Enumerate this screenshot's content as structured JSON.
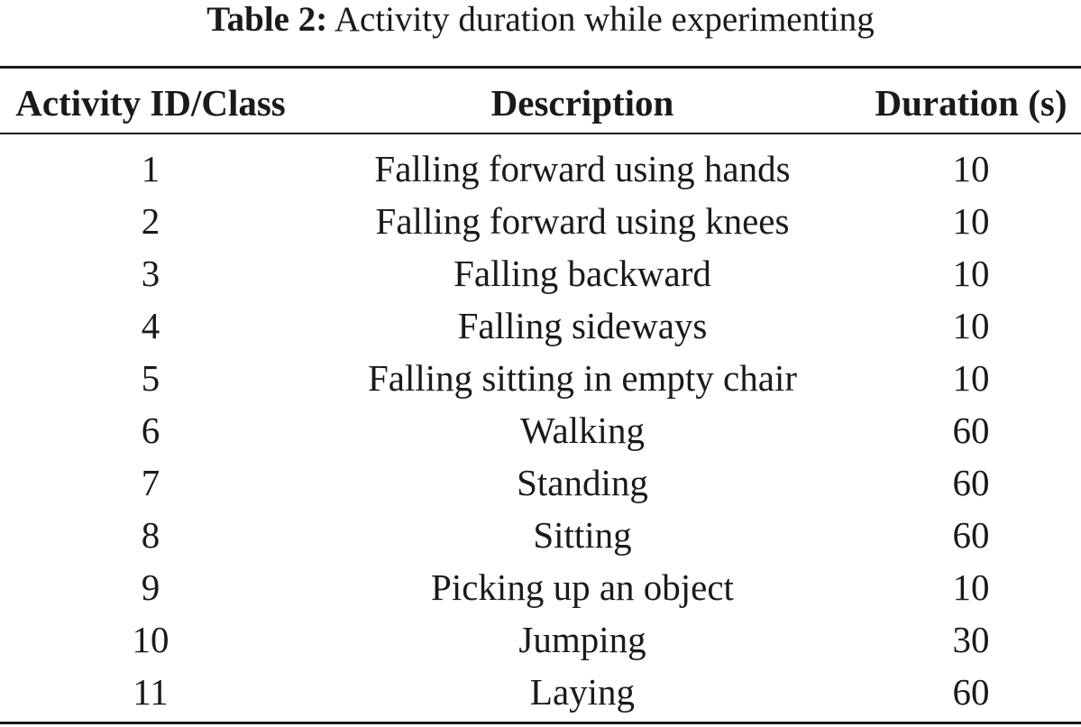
{
  "caption": {
    "label": "Table 2:",
    "text": "Activity duration while experimenting"
  },
  "table": {
    "headers": [
      "Activity ID/Class",
      "Description",
      "Duration (s)"
    ],
    "rows": [
      [
        "1",
        "Falling forward using hands",
        "10"
      ],
      [
        "2",
        "Falling forward using knees",
        "10"
      ],
      [
        "3",
        "Falling backward",
        "10"
      ],
      [
        "4",
        "Falling sideways",
        "10"
      ],
      [
        "5",
        "Falling sitting in empty chair",
        "10"
      ],
      [
        "6",
        "Walking",
        "60"
      ],
      [
        "7",
        "Standing",
        "60"
      ],
      [
        "8",
        "Sitting",
        "60"
      ],
      [
        "9",
        "Picking up an object",
        "10"
      ],
      [
        "10",
        "Jumping",
        "30"
      ],
      [
        "11",
        "Laying",
        "60"
      ]
    ]
  }
}
